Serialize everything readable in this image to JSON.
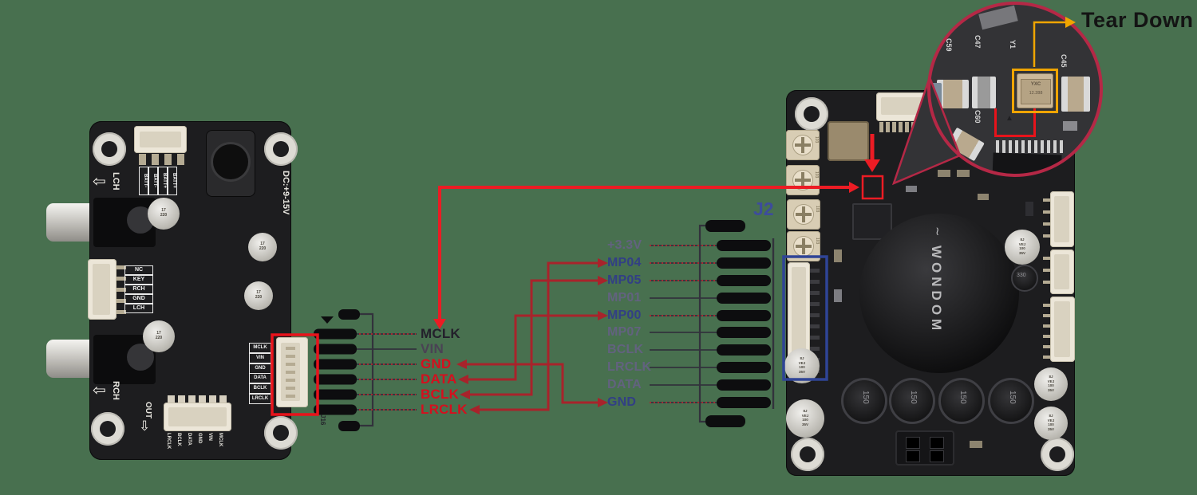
{
  "background": "#48704F",
  "colors": {
    "wire_red": "#EC1C24",
    "wire_crimson": "#A8232B",
    "highlight_red": "#E8131B",
    "highlight_blue": "#2F4496",
    "highlight_yellow": "#F0A500",
    "circle_ring": "#B52846",
    "label_red": "#D50F1E",
    "label_navy": "#323F85",
    "label_gray": "#62627F"
  },
  "teardown": {
    "label": "Tear Down",
    "crystal_mark_line1": "YXC",
    "crystal_mark_line2": "12.288",
    "silkscreen": {
      "c59": "C59",
      "c47": "C47",
      "y1": "Y1",
      "c45": "C45",
      "c60": "C60"
    }
  },
  "j16": {
    "ref": "J16",
    "pins": [
      {
        "label": "MCLK"
      },
      {
        "label": "VIN"
      },
      {
        "label": "GND"
      },
      {
        "label": "DATA"
      },
      {
        "label": "BCLK"
      },
      {
        "label": "LRCLK"
      }
    ]
  },
  "j2": {
    "ref": "J2",
    "pins": [
      {
        "label": "+3.3V"
      },
      {
        "label": "MP04"
      },
      {
        "label": "MP05"
      },
      {
        "label": "MP01"
      },
      {
        "label": "MP00"
      },
      {
        "label": "MP07"
      },
      {
        "label": "BCLK"
      },
      {
        "label": "LRCLK"
      },
      {
        "label": "DATA"
      },
      {
        "label": "GND"
      }
    ]
  },
  "connections": [
    {
      "from": "MCLK",
      "to": "Y1 crystal"
    },
    {
      "from": "GND",
      "to": "GND"
    },
    {
      "from": "DATA",
      "to": "MP00"
    },
    {
      "from": "BCLK",
      "to": "MP05"
    },
    {
      "from": "LRCLK",
      "to": "MP04"
    }
  ],
  "left_board": {
    "lch": "LCH",
    "rch": "RCH",
    "out": "OUT",
    "dc": "DC:+9-15V",
    "batt": [
      "BATT-",
      "BATT-",
      "BATT+",
      "BATT+"
    ],
    "side": [
      "NC",
      "KEY",
      "RCH",
      "GND",
      "LCH"
    ],
    "i2s_boxes": [
      "MCLK",
      "VIN",
      "GND",
      "DATA",
      "BCLK",
      "LRCLK"
    ],
    "bottom_pins": [
      "LRCLK",
      "BCLK",
      "DATA",
      "GND",
      "VIN",
      "MCLK"
    ],
    "cap": {
      "l1": "17",
      "l2": "220"
    }
  },
  "right_board": {
    "brand": "WONDOM",
    "inductor": "150",
    "inductor_small": "330",
    "cap": [
      "8J",
      "VEJ",
      "100",
      "35V"
    ],
    "switch": "103"
  }
}
